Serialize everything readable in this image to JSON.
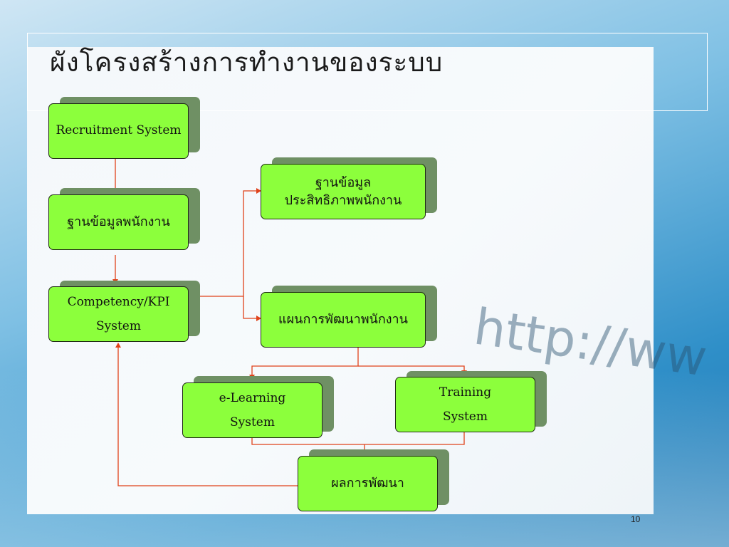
{
  "slide": {
    "title": "ผังโครงสร้างการทำงานของระบบ",
    "page_number": "10"
  },
  "nodes": {
    "recruitment": "Recruitment System",
    "employee_db": "ฐานข้อมูลพนักงาน",
    "competency": [
      "Competency/KPI",
      "System"
    ],
    "performance_db": [
      "ฐานข้อมูล",
      "ประสิทธิภาพพนักงาน"
    ],
    "dev_plan": "แผนการพัฒนาพนักงาน",
    "elearning": [
      "e-Learning",
      "System"
    ],
    "training": [
      "Training",
      "System"
    ],
    "result": "ผลการพัฒนา"
  },
  "decoration": {
    "url_text": "http://ww"
  },
  "colors": {
    "node_fill": "#8cff3c",
    "connector": "#e0421a",
    "background": "#3f9fd3"
  }
}
